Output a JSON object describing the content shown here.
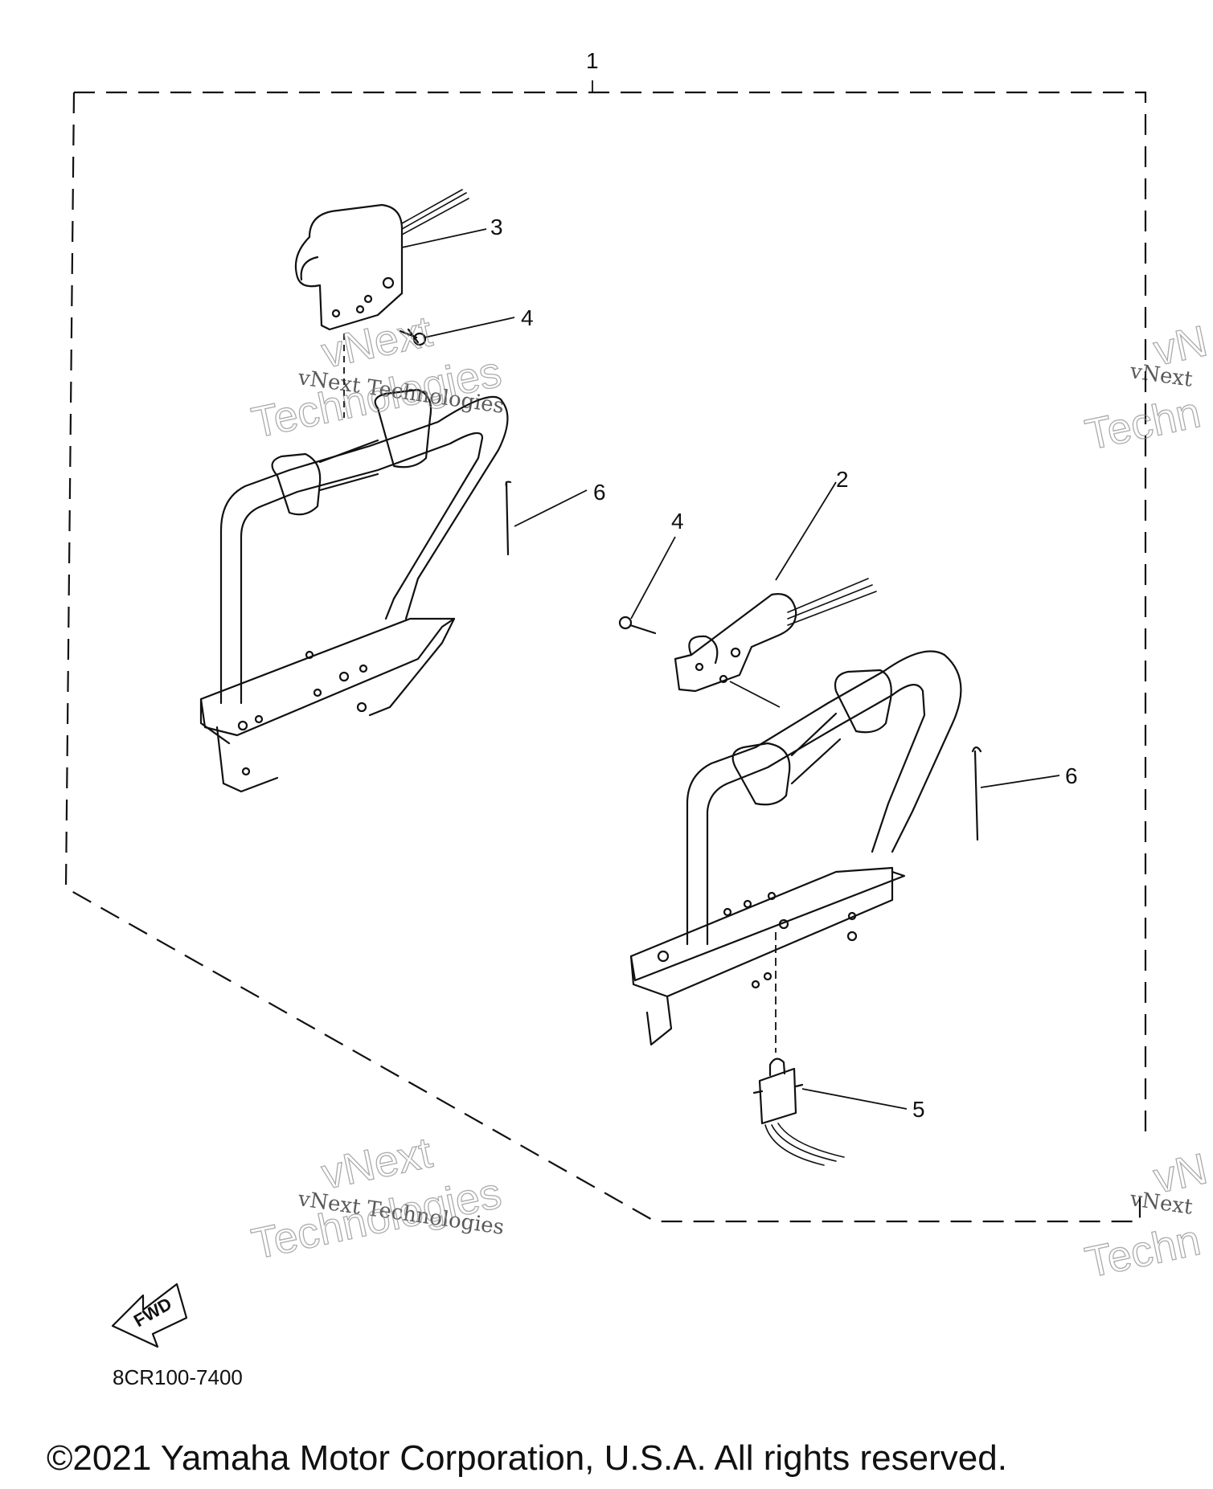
{
  "callouts": {
    "c1": "1",
    "c2": "2",
    "c3": "3",
    "c4a": "4",
    "c4b": "4",
    "c5": "5",
    "c6a": "6",
    "c6b": "6"
  },
  "arrow_label": "FWD",
  "diagram_code": "8CR100-7400",
  "watermarks": {
    "serif_text": "vNext Technologies",
    "outline_line1": "vNext",
    "outline_line2": "Technologies",
    "serif_partial": "vNext",
    "outline_partial1": "vN",
    "outline_partial2": "Techn"
  },
  "copyright": "©2021 Yamaha Motor Corporation, U.S.A. All rights reserved."
}
